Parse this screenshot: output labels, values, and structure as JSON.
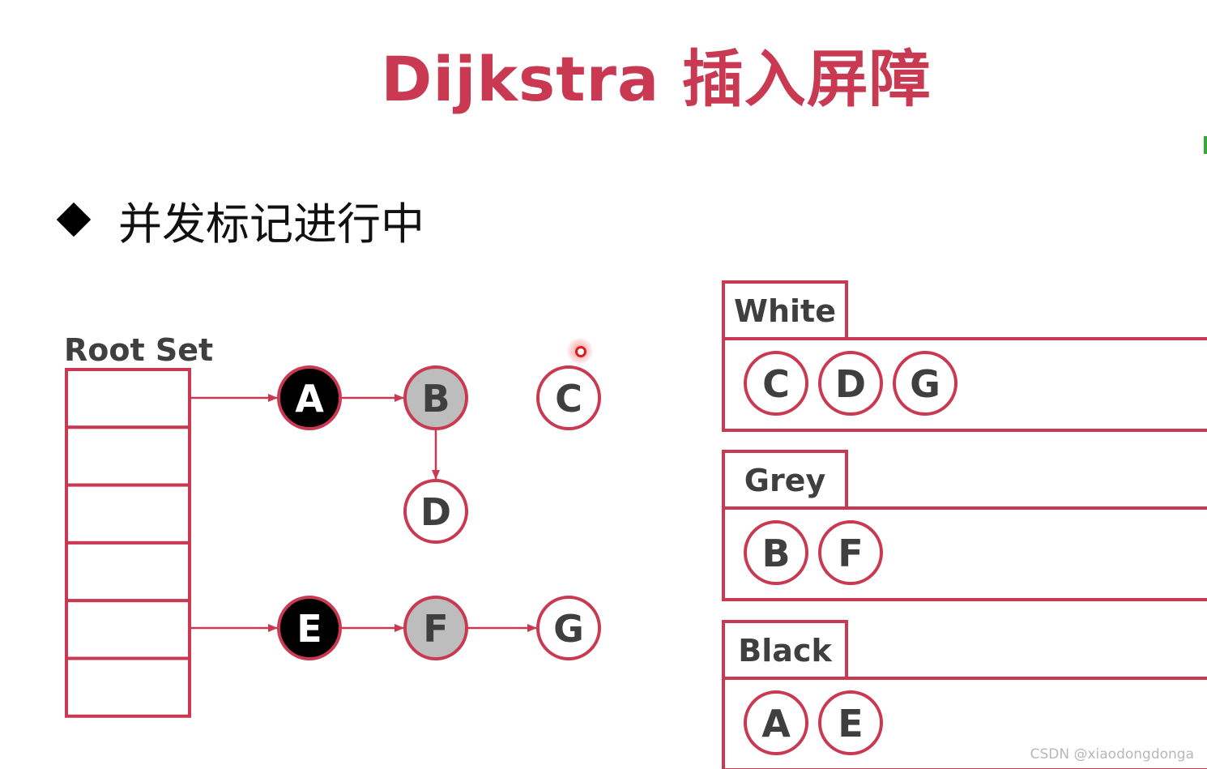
{
  "title": "Dijkstra 插入屏障",
  "bullet": {
    "icon": "diamond-icon",
    "text": "并发标记进行中"
  },
  "root_set": {
    "label": "Root Set",
    "slot_count": 6
  },
  "graph": {
    "nodes": [
      {
        "id": "A",
        "label": "A",
        "color": "black"
      },
      {
        "id": "B",
        "label": "B",
        "color": "grey"
      },
      {
        "id": "C",
        "label": "C",
        "color": "white"
      },
      {
        "id": "D",
        "label": "D",
        "color": "white"
      },
      {
        "id": "E",
        "label": "E",
        "color": "black"
      },
      {
        "id": "F",
        "label": "F",
        "color": "grey"
      },
      {
        "id": "G",
        "label": "G",
        "color": "white"
      }
    ],
    "edges": [
      {
        "from": "root-0",
        "to": "A"
      },
      {
        "from": "A",
        "to": "B"
      },
      {
        "from": "B",
        "to": "D"
      },
      {
        "from": "root-4",
        "to": "E"
      },
      {
        "from": "E",
        "to": "F"
      },
      {
        "from": "F",
        "to": "G"
      }
    ]
  },
  "panels": [
    {
      "label": "White",
      "items": [
        "C",
        "D",
        "G"
      ]
    },
    {
      "label": "Grey",
      "items": [
        "B",
        "F"
      ]
    },
    {
      "label": "Black",
      "items": [
        "A",
        "E"
      ]
    }
  ],
  "colors": {
    "accent": "#c93a52",
    "black_fill": "#000000",
    "grey_fill": "#bdbdbd",
    "white_fill": "#ffffff",
    "label_text": "#3f3f3f"
  },
  "watermark": "CSDN @xiaodongdonga"
}
